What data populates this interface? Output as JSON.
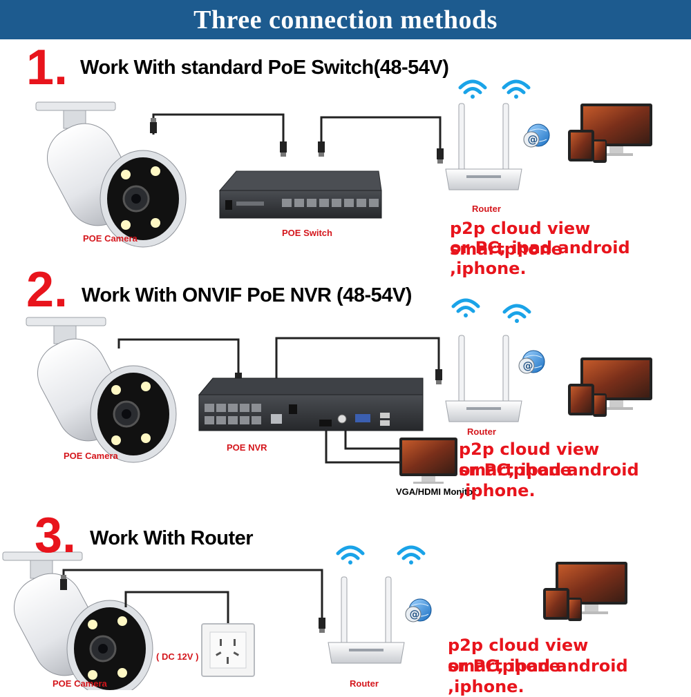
{
  "header": {
    "title": "Three connection methods"
  },
  "colors": {
    "header_bg": "#1d5b8f",
    "accent_red": "#e8141c",
    "cable": "#222222"
  },
  "section1": {
    "number": "1.",
    "title": "Work With standard PoE Switch(48-54V)",
    "camera_label": "POE Camera",
    "switch_label": "POE Switch",
    "router_label": "Router",
    "p2p_line1": "p2p cloud  view smartphone",
    "p2p_line2": "or PC, ipad android ,iphone."
  },
  "section2": {
    "number": "2.",
    "title": "Work With ONVIF PoE NVR (48-54V)",
    "camera_label": "POE Camera",
    "nvr_label": "POE NVR",
    "router_label": "Router",
    "monitor_label": "VGA/HDMI Monitor",
    "p2p_line1": "p2p cloud view smartphone",
    "p2p_line2": "or PC, ipad android ,iphone."
  },
  "section3": {
    "number": "3.",
    "title": "Work With Router",
    "camera_label": "POE Camera",
    "dc_label": "( DC 12V )",
    "router_label": "Router",
    "p2p_line1": "p2p cloud view smartphone",
    "p2p_line2": "or PC, ipad android ,iphone."
  }
}
